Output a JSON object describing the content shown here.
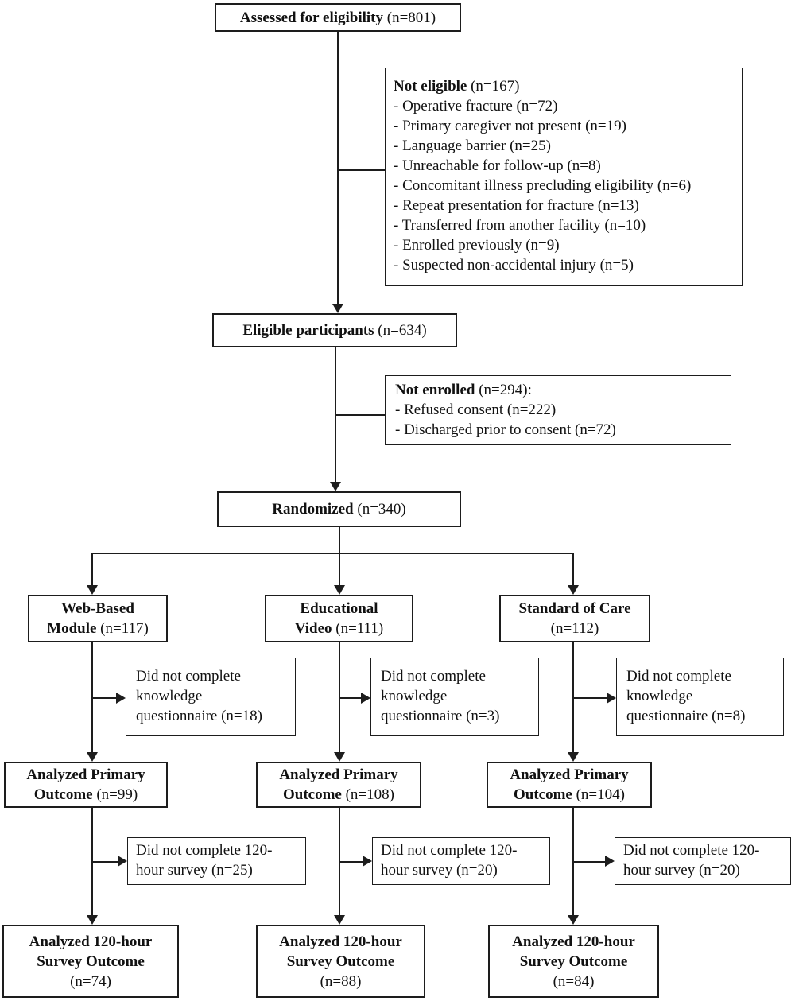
{
  "diagram": {
    "type": "consort-participant-flow",
    "colors": {
      "border": "#1d1d1d",
      "text": "#111111",
      "background": "#ffffff",
      "line": "#1d1d1d"
    },
    "boxes": {
      "assessed": {
        "bold": "Assessed for eligibility",
        "rest": " (n=801)"
      },
      "not_eligible": {
        "bold": "Not eligible",
        "rest": " (n=167)",
        "items": [
          "- Operative fracture (n=72)",
          "- Primary caregiver not present (n=19)",
          "- Language barrier (n=25)",
          "- Unreachable for follow-up (n=8)",
          "- Concomitant illness precluding eligibility (n=6)",
          "- Repeat presentation for fracture (n=13)",
          "- Transferred from another facility (n=10)",
          "- Enrolled previously (n=9)",
          "- Suspected non-accidental injury (n=5)"
        ]
      },
      "eligible": {
        "bold": "Eligible participants",
        "rest": " (n=634)"
      },
      "not_enrolled": {
        "bold": "Not enrolled",
        "rest": " (n=294):",
        "items": [
          "- Refused consent (n=222)",
          "- Discharged prior to consent (n=72)"
        ]
      },
      "randomized": {
        "bold": "Randomized",
        "rest": " (n=340)"
      },
      "arm_web": {
        "bold": "Web-Based\nModule",
        "rest": " (n=117)"
      },
      "arm_video": {
        "bold": "Educational\nVideo",
        "rest": " (n=111)"
      },
      "arm_soc": {
        "bold": "Standard of Care",
        "rest": "\n(n=112)"
      },
      "kq_web": {
        "text": "Did not complete\nknowledge\nquestionnaire (n=18)"
      },
      "kq_video": {
        "text": "Did not complete\nknowledge\nquestionnaire (n=3)"
      },
      "kq_soc": {
        "text": "Did not complete\nknowledge\nquestionnaire (n=8)"
      },
      "apo_web": {
        "bold": "Analyzed Primary\nOutcome",
        "rest": " (n=99)"
      },
      "apo_video": {
        "bold": "Analyzed Primary\nOutcome",
        "rest": " (n=108)"
      },
      "apo_soc": {
        "bold": "Analyzed Primary\nOutcome",
        "rest": " (n=104)"
      },
      "sv_web": {
        "text": "Did not complete 120-\nhour survey (n=25)"
      },
      "sv_video": {
        "text": "Did not complete 120-\nhour survey (n=20)"
      },
      "sv_soc": {
        "text": "Did not complete 120-\nhour survey (n=20)"
      },
      "aso_web": {
        "bold": "Analyzed 120-hour\nSurvey Outcome",
        "rest": "\n(n=74)"
      },
      "aso_video": {
        "bold": "Analyzed 120-hour\nSurvey Outcome",
        "rest": "\n(n=88)"
      },
      "aso_soc": {
        "bold": "Analyzed 120-hour\nSurvey Outcome",
        "rest": "\n(n=84)"
      }
    }
  }
}
